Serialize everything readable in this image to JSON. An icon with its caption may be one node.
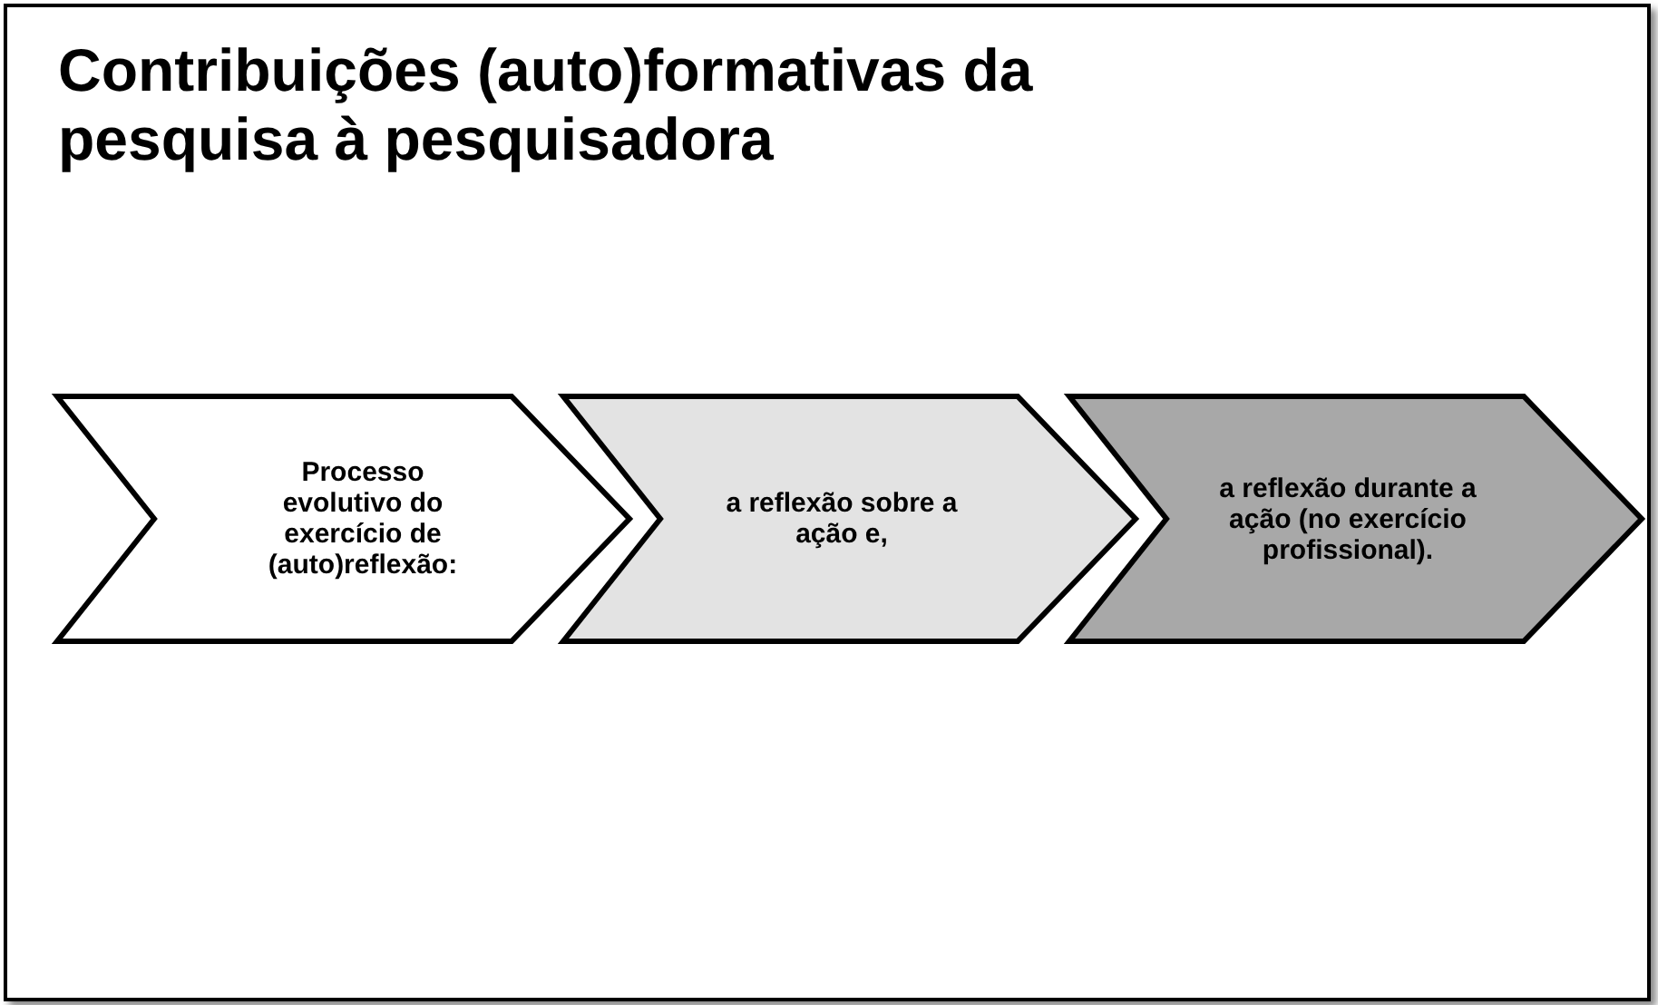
{
  "diagram": {
    "title": "Contribuições (auto)formativas da pesquisa à pesquisadora",
    "nodes": [
      {
        "text": [
          "Processo evolutivo do exercício de (auto)reflexão:"
        ]
      },
      {
        "text": [
          "a reflexão sobre a ação e,"
        ]
      },
      {
        "text": [
          "a reflexão durante a ação (no exercício profissional)."
        ]
      }
    ],
    "edges": []
  }
}
